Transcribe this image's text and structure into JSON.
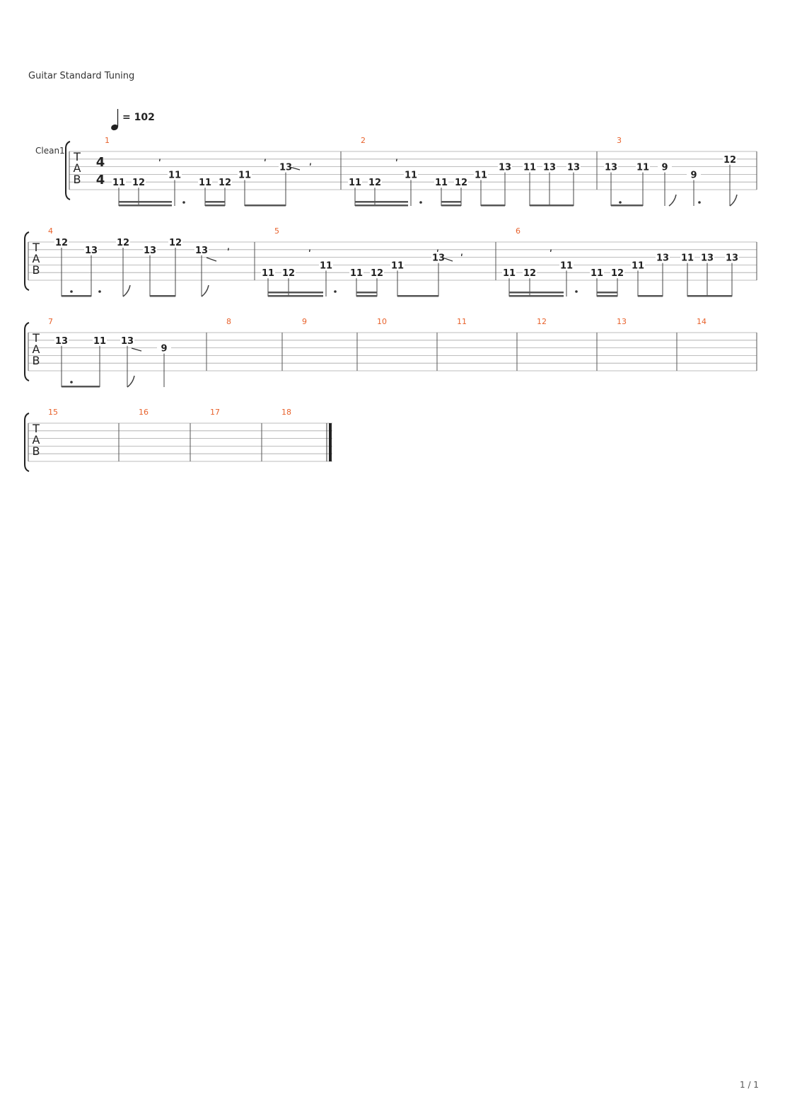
{
  "score": {
    "tuning_label": "Guitar Standard Tuning",
    "track_name": "Clean1",
    "tempo": "= 102",
    "time_signature": [
      "4",
      "4"
    ],
    "tab_letters": [
      "T",
      "A",
      "B"
    ],
    "page_number": "1 / 1"
  },
  "systems": [
    {
      "measures": [
        {
          "number": "1",
          "notes": [
            {
              "string": 5,
              "fret": "11"
            },
            {
              "string": 5,
              "fret": "12"
            },
            {
              "string": 4,
              "fret": "11"
            },
            {
              "string": 5,
              "fret": "11"
            },
            {
              "string": 5,
              "fret": "12"
            },
            {
              "string": 4,
              "fret": "11"
            },
            {
              "string": 3,
              "fret": "13"
            }
          ]
        },
        {
          "number": "2",
          "notes": [
            {
              "string": 5,
              "fret": "11"
            },
            {
              "string": 5,
              "fret": "12"
            },
            {
              "string": 4,
              "fret": "11"
            },
            {
              "string": 5,
              "fret": "11"
            },
            {
              "string": 5,
              "fret": "12"
            },
            {
              "string": 4,
              "fret": "11"
            },
            {
              "string": 3,
              "fret": "13"
            },
            {
              "string": 3,
              "fret": "11"
            },
            {
              "string": 3,
              "fret": "13"
            },
            {
              "string": 3,
              "fret": "13"
            }
          ]
        },
        {
          "number": "3",
          "notes": [
            {
              "string": 3,
              "fret": "13"
            },
            {
              "string": 3,
              "fret": "11"
            },
            {
              "string": 3,
              "fret": "9"
            },
            {
              "string": 4,
              "fret": "9"
            },
            {
              "string": 2,
              "fret": "12"
            }
          ]
        }
      ]
    },
    {
      "measures": [
        {
          "number": "4",
          "notes": [
            {
              "string": 1,
              "fret": "12"
            },
            {
              "string": 2,
              "fret": "13"
            },
            {
              "string": 1,
              "fret": "12"
            },
            {
              "string": 2,
              "fret": "13"
            },
            {
              "string": 1,
              "fret": "12"
            },
            {
              "string": 2,
              "fret": "13"
            }
          ]
        },
        {
          "number": "5",
          "notes": [
            {
              "string": 5,
              "fret": "11"
            },
            {
              "string": 5,
              "fret": "12"
            },
            {
              "string": 4,
              "fret": "11"
            },
            {
              "string": 5,
              "fret": "11"
            },
            {
              "string": 5,
              "fret": "12"
            },
            {
              "string": 4,
              "fret": "11"
            },
            {
              "string": 3,
              "fret": "13"
            }
          ]
        },
        {
          "number": "6",
          "notes": [
            {
              "string": 5,
              "fret": "11"
            },
            {
              "string": 5,
              "fret": "12"
            },
            {
              "string": 4,
              "fret": "11"
            },
            {
              "string": 5,
              "fret": "11"
            },
            {
              "string": 5,
              "fret": "12"
            },
            {
              "string": 4,
              "fret": "11"
            },
            {
              "string": 3,
              "fret": "13"
            },
            {
              "string": 3,
              "fret": "11"
            },
            {
              "string": 3,
              "fret": "13"
            },
            {
              "string": 3,
              "fret": "13"
            }
          ]
        }
      ]
    },
    {
      "measures": [
        {
          "number": "7",
          "notes": [
            {
              "string": 2,
              "fret": "13"
            },
            {
              "string": 2,
              "fret": "11"
            },
            {
              "string": 2,
              "fret": "13"
            },
            {
              "string": 3,
              "fret": "9"
            }
          ]
        },
        {
          "number": "8",
          "notes": []
        },
        {
          "number": "9",
          "notes": []
        },
        {
          "number": "10",
          "notes": []
        },
        {
          "number": "11",
          "notes": []
        },
        {
          "number": "12",
          "notes": []
        },
        {
          "number": "13",
          "notes": []
        },
        {
          "number": "14",
          "notes": []
        }
      ]
    },
    {
      "measures": [
        {
          "number": "15",
          "notes": []
        },
        {
          "number": "16",
          "notes": []
        },
        {
          "number": "17",
          "notes": []
        },
        {
          "number": "18",
          "notes": []
        }
      ]
    }
  ]
}
